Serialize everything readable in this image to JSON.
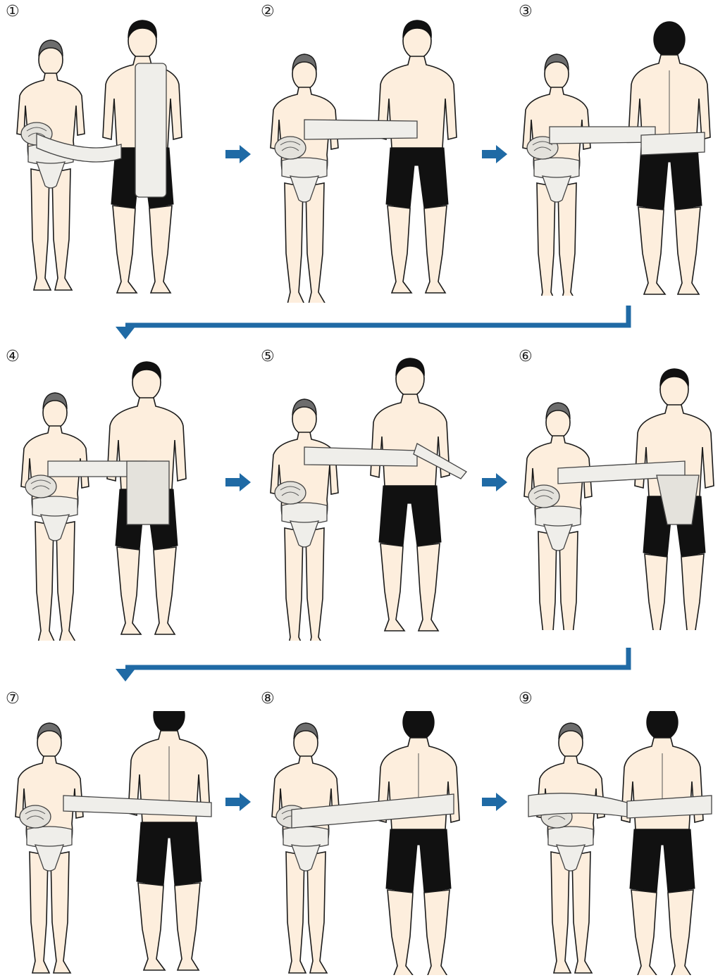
{
  "steps": [
    {
      "num": "①",
      "assistant_mawashi": true
    },
    {
      "num": "②",
      "assistant_mawashi": true
    },
    {
      "num": "③",
      "assistant_mawashi": true
    },
    {
      "num": "④",
      "assistant_mawashi": true
    },
    {
      "num": "⑤",
      "assistant_mawashi": true
    },
    {
      "num": "⑥",
      "assistant_mawashi": true
    },
    {
      "num": "⑦",
      "assistant_mawashi": true
    },
    {
      "num": "⑧",
      "assistant_mawashi": true
    },
    {
      "num": "⑨",
      "assistant_mawashi": true
    }
  ],
  "colors": {
    "arrow": "#1f6aa5",
    "skin": "#fdeedd",
    "shorts": "#111111",
    "cloth": "#efeeea",
    "outline": "#1a1a1a"
  },
  "icons": {
    "next_step": "right-arrow-icon",
    "next_row": "elbow-down-arrow-icon"
  }
}
